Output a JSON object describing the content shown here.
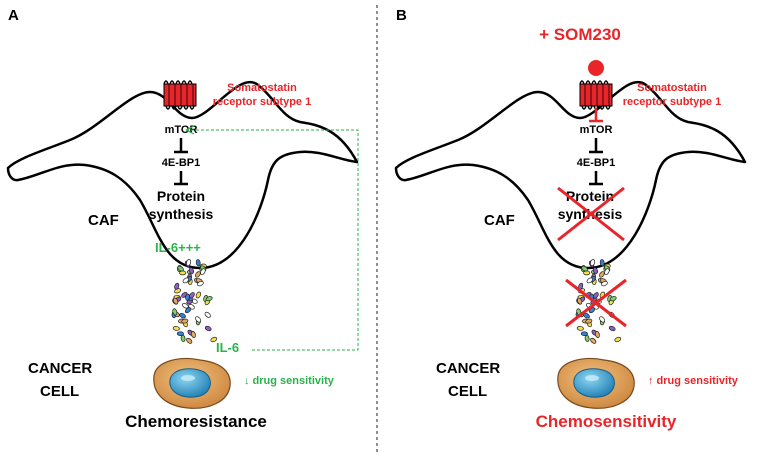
{
  "panel_a": {
    "letter": "A",
    "receptor_label_line1": "Somatostatin",
    "receptor_label_line2": "receptor subtype 1",
    "pathway": [
      "mTOR",
      "4E-BP1"
    ],
    "protein_line1": "Protein",
    "protein_line2": "synthesis",
    "cell_label": "CAF",
    "il6_high": "IL-6+++",
    "il6": "IL-6",
    "cancer_line1": "CANCER",
    "cancer_line2": "CELL",
    "sensitivity": "↓ drug sensitivity",
    "outcome": "Chemoresistance"
  },
  "panel_b": {
    "letter": "B",
    "drug": "+ SOM230",
    "receptor_label_line1": "Somatostatin",
    "receptor_label_line2": "receptor subtype 1",
    "pathway": [
      "mTOR",
      "4E-BP1"
    ],
    "protein_line1": "Protein",
    "protein_line2": "synthesis",
    "cell_label": "CAF",
    "cancer_line1": "CANCER",
    "cancer_line2": "CELL",
    "sensitivity": "↑ drug sensitivity",
    "outcome": "Chemosensitivity"
  },
  "colors": {
    "red": "#e8262a",
    "green": "#2bb24c",
    "black": "#000000",
    "cell_fill": "#e3a85f",
    "nucleus_fill": "#3a9fd0"
  }
}
